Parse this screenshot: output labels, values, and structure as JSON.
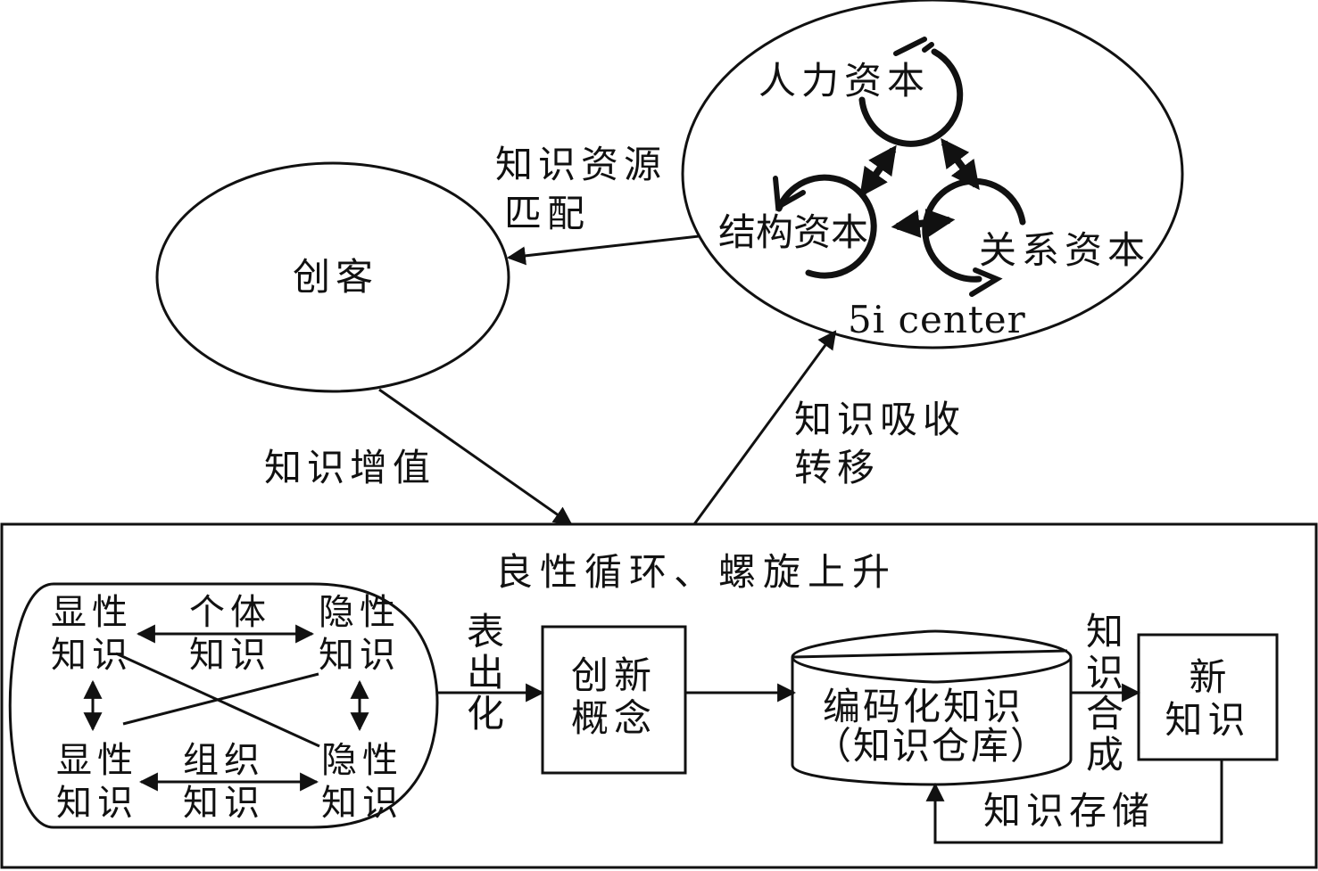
{
  "nodes": {
    "maker": "创客",
    "center": {
      "caption": "5i center",
      "human_capital": "人力资本",
      "structural_capital": "结构资本",
      "relational_capital": "关系资本"
    },
    "cycle_title": "良性循环、螺旋上升",
    "knowledge_matrix": {
      "top_left": [
        "显性",
        "知识"
      ],
      "top_right": [
        "隐性",
        "知识"
      ],
      "bottom_left": [
        "显性",
        "知识"
      ],
      "bottom_right": [
        "隐性",
        "知识"
      ],
      "individual": [
        "个体",
        "知识"
      ],
      "organizational": [
        "组织",
        "知识"
      ]
    },
    "innovation_concept": [
      "创新",
      "概念"
    ],
    "codified_knowledge": [
      "编码化知识",
      "（知识仓库）"
    ],
    "new_knowledge": [
      "新",
      "知识"
    ]
  },
  "edges": {
    "resource_matching": [
      "知识资源",
      "匹配"
    ],
    "value_adding": "知识增值",
    "absorb_transfer": [
      "知识吸收",
      "转移"
    ],
    "externalization": "表出化",
    "synthesis": "知识合成",
    "storage": "知识存储"
  }
}
